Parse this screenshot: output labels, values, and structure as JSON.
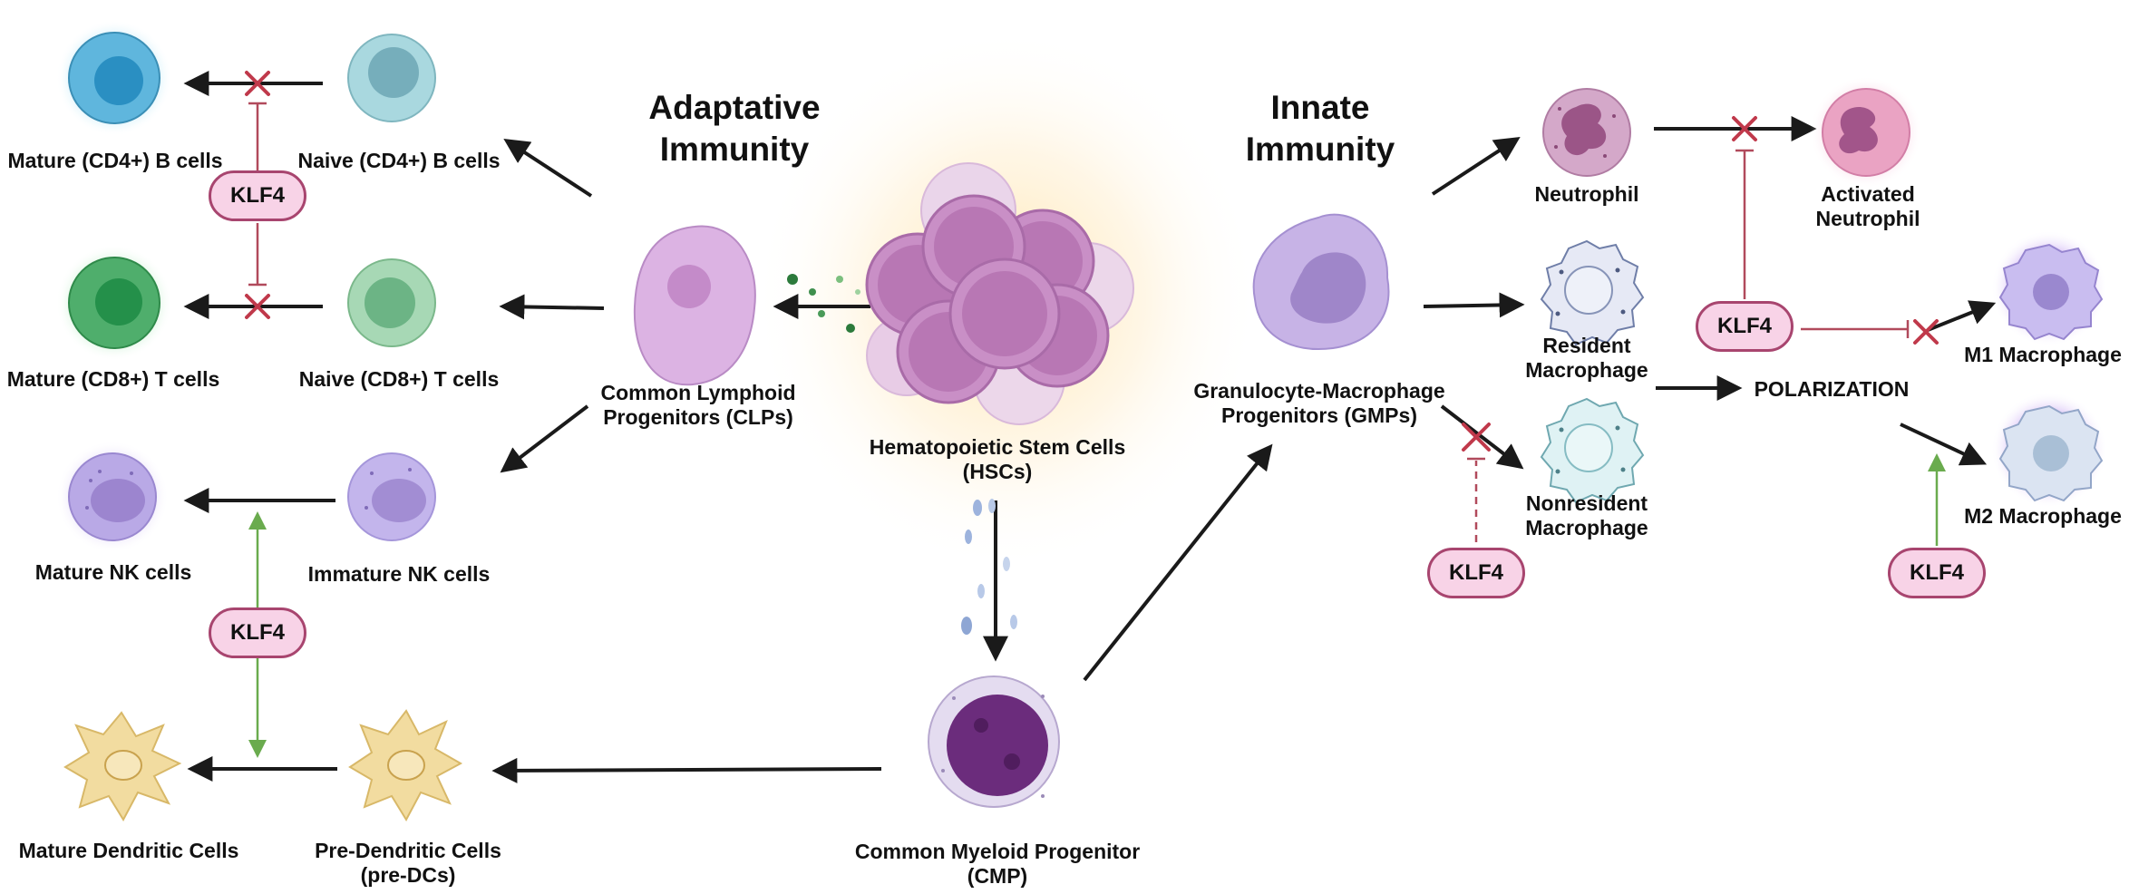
{
  "headings": {
    "adaptive_line1": "Adaptative",
    "adaptive_line2": "Immunity",
    "innate_line1": "Innate",
    "innate_line2": "Immunity"
  },
  "cells": {
    "hsc_line1": "Hematopoietic Stem Cells",
    "hsc_line2": "(HSCs)",
    "clp_line1": "Common Lymphoid",
    "clp_line2": "Progenitors (CLPs)",
    "cmp_line1": "Common Myeloid Progenitor",
    "cmp_line2": "(CMP)",
    "gmp_line1": "Granulocyte-Macrophage",
    "gmp_line2": "Progenitors (GMPs)",
    "naive_b": "Naive (CD4+) B cells",
    "mature_b": "Mature (CD4+) B cells",
    "naive_t": "Naive (CD8+) T cells",
    "mature_t": "Mature (CD8+) T cells",
    "immature_nk": "Immature NK cells",
    "mature_nk": "Mature NK cells",
    "pre_dc_line1": "Pre-Dendritic Cells",
    "pre_dc_line2": "(pre-DCs)",
    "mature_dc": "Mature Dendritic Cells",
    "neutrophil": "Neutrophil",
    "activated_neutrophil_line1": "Activated",
    "activated_neutrophil_line2": "Neutrophil",
    "resident_macrophage_line1": "Resident",
    "resident_macrophage_line2": "Macrophage",
    "nonresident_macrophage_line1": "Nonresident",
    "nonresident_macrophage_line2": "Macrophage",
    "m1_macrophage": "M1 Macrophage",
    "m2_macrophage": "M2 Macrophage"
  },
  "process": {
    "polarization": "POLARIZATION"
  },
  "regulator": {
    "klf4_b": "KLF4",
    "klf4_nk": "KLF4",
    "klf4_neutrophil": "KLF4",
    "klf4_nonresident": "KLF4",
    "klf4_m2": "KLF4"
  },
  "colors": {
    "arrow": "#1a1a1a",
    "inhibition": "#b14a5c",
    "activation": "#6aab4e",
    "klf4_fill": "#f8d3e7",
    "klf4_border": "#a8456f",
    "hsc": "#c98fc6",
    "clp": "#dcb3e3",
    "cmp": "#6b2c7c",
    "gmp": "#c7b3e6",
    "b_cell": "#5fb6dd",
    "t_cell": "#4fae6c",
    "nk_cell": "#a996d8",
    "dendritic": "#f2dca0",
    "neutrophil": "#c48db0",
    "activated_neutrophil": "#e89abb",
    "macrophage": "#e8ecf6"
  }
}
